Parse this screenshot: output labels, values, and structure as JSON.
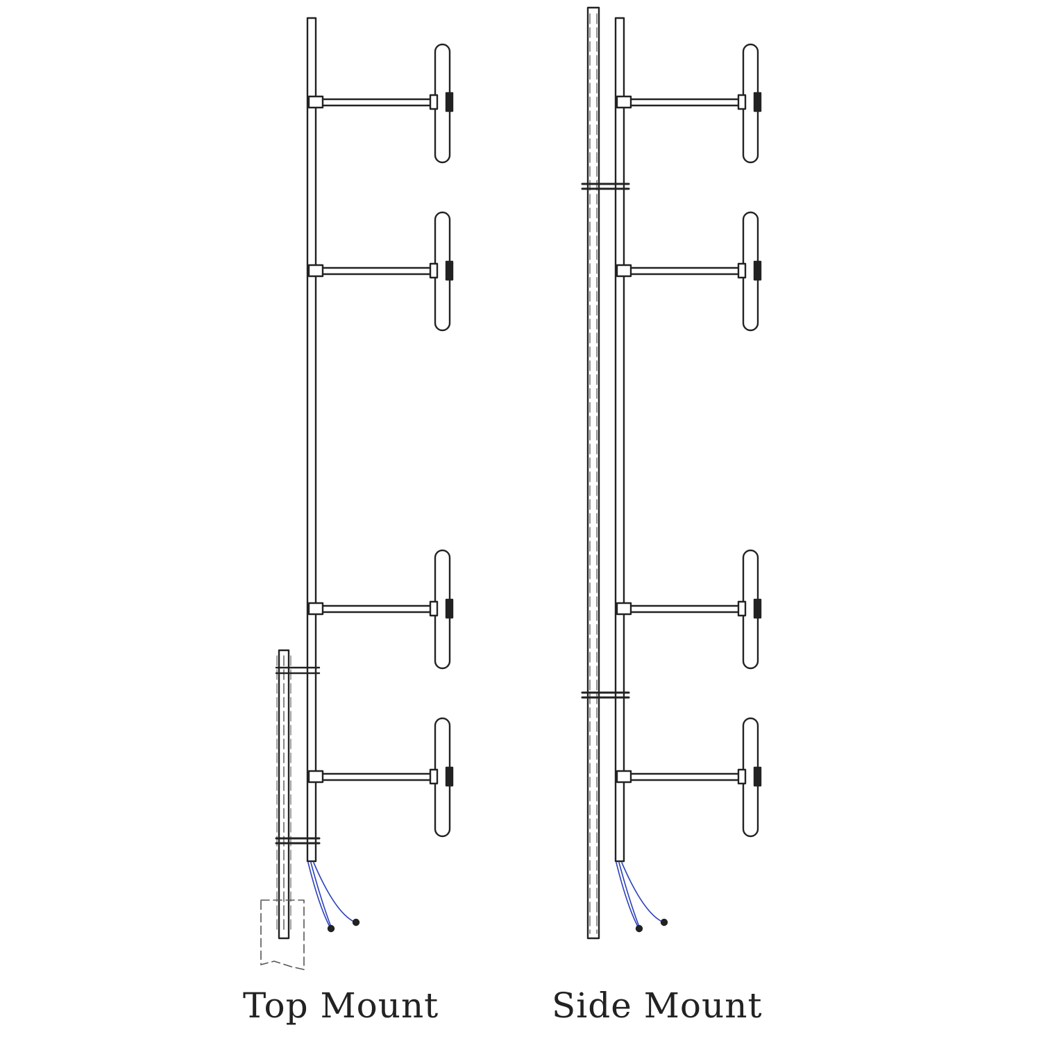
{
  "captions": {
    "top_mount": "Top Mount",
    "side_mount": "Side Mount"
  },
  "colors": {
    "line": "#222222",
    "dash": "#555555",
    "cable": "#2a3fb8",
    "background": "#ffffff"
  },
  "elements_per_array": 4
}
